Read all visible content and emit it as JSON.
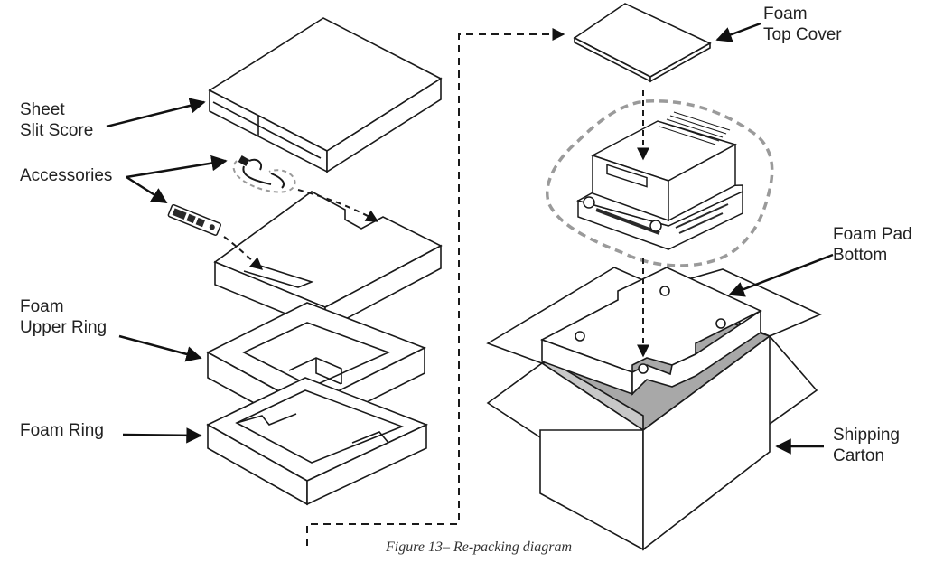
{
  "labels": {
    "sheet_slit_score": [
      "Sheet",
      "Slit Score"
    ],
    "accessories": "Accessories",
    "foam_upper_ring": [
      "Foam",
      "Upper Ring"
    ],
    "foam_ring": "Foam Ring",
    "foam_top_cover": [
      "Foam",
      "Top Cover"
    ],
    "foam_pad_bottom": [
      "Foam Pad",
      "Bottom"
    ],
    "shipping_carton": [
      "Shipping",
      "Carton"
    ]
  },
  "caption": "Figure 13–  Re-packing diagram",
  "colors": {
    "stroke": "#1a1a1a",
    "dash_outline": "#9a9a9a",
    "carton_shade": "#a8a8a8",
    "unit_dark": "#2a2a2a"
  }
}
